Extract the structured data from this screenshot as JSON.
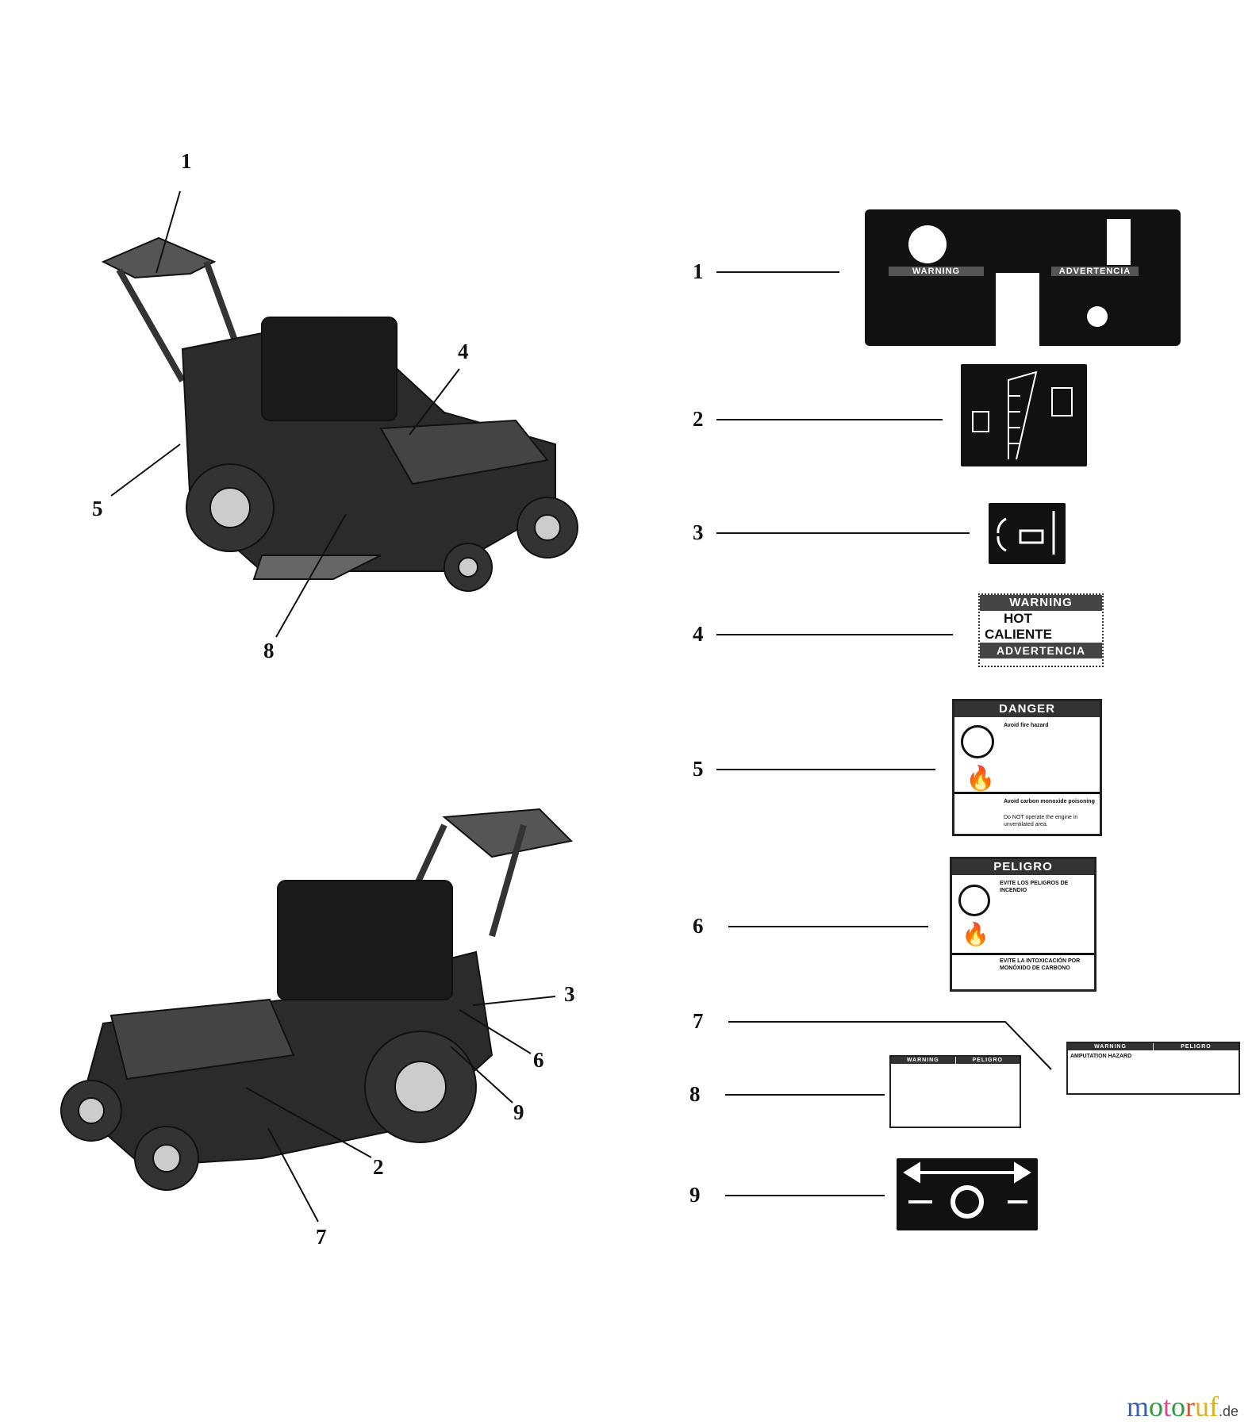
{
  "callouts_left_top": [
    "1",
    "4",
    "5",
    "8"
  ],
  "callouts_left_bottom": [
    "3",
    "6",
    "9",
    "2",
    "7"
  ],
  "part_numbers": [
    "1",
    "2",
    "3",
    "4",
    "5",
    "6",
    "7",
    "8",
    "9"
  ],
  "decals": {
    "d4": {
      "top": "WARNING",
      "line1": "HOT",
      "line2": "CALIENTE",
      "bottom": "ADVERTENCIA"
    },
    "d5": {
      "header": "DANGER",
      "title1": "Avoid fire hazard",
      "title2": "Avoid carbon monoxide poisoning",
      "text2": "Do NOT operate the engine in unventilated area."
    },
    "d6": {
      "header": "PELIGRO",
      "title1": "EVITE LOS PELIGROS DE INCENDIO",
      "title2": "EVITE LA INTOXICACIÓN POR MONÓXIDO DE CARBONO"
    },
    "d1": {
      "left": "WARNING",
      "right": "ADVERTENCIA"
    },
    "d7": {
      "left": "WARNING",
      "right": "PELIGRO",
      "sub": "AMPUTATION HAZARD"
    },
    "d8": {
      "left": "WARNING",
      "right": "PELIGRO"
    }
  },
  "watermark": {
    "text": "motoruf",
    "suffix": ".de",
    "colors": [
      "#3a5fb0",
      "#2e9c3a",
      "#e0468a",
      "#2e9c3a",
      "#e0562a",
      "#e0b020",
      "#e0b020"
    ]
  }
}
